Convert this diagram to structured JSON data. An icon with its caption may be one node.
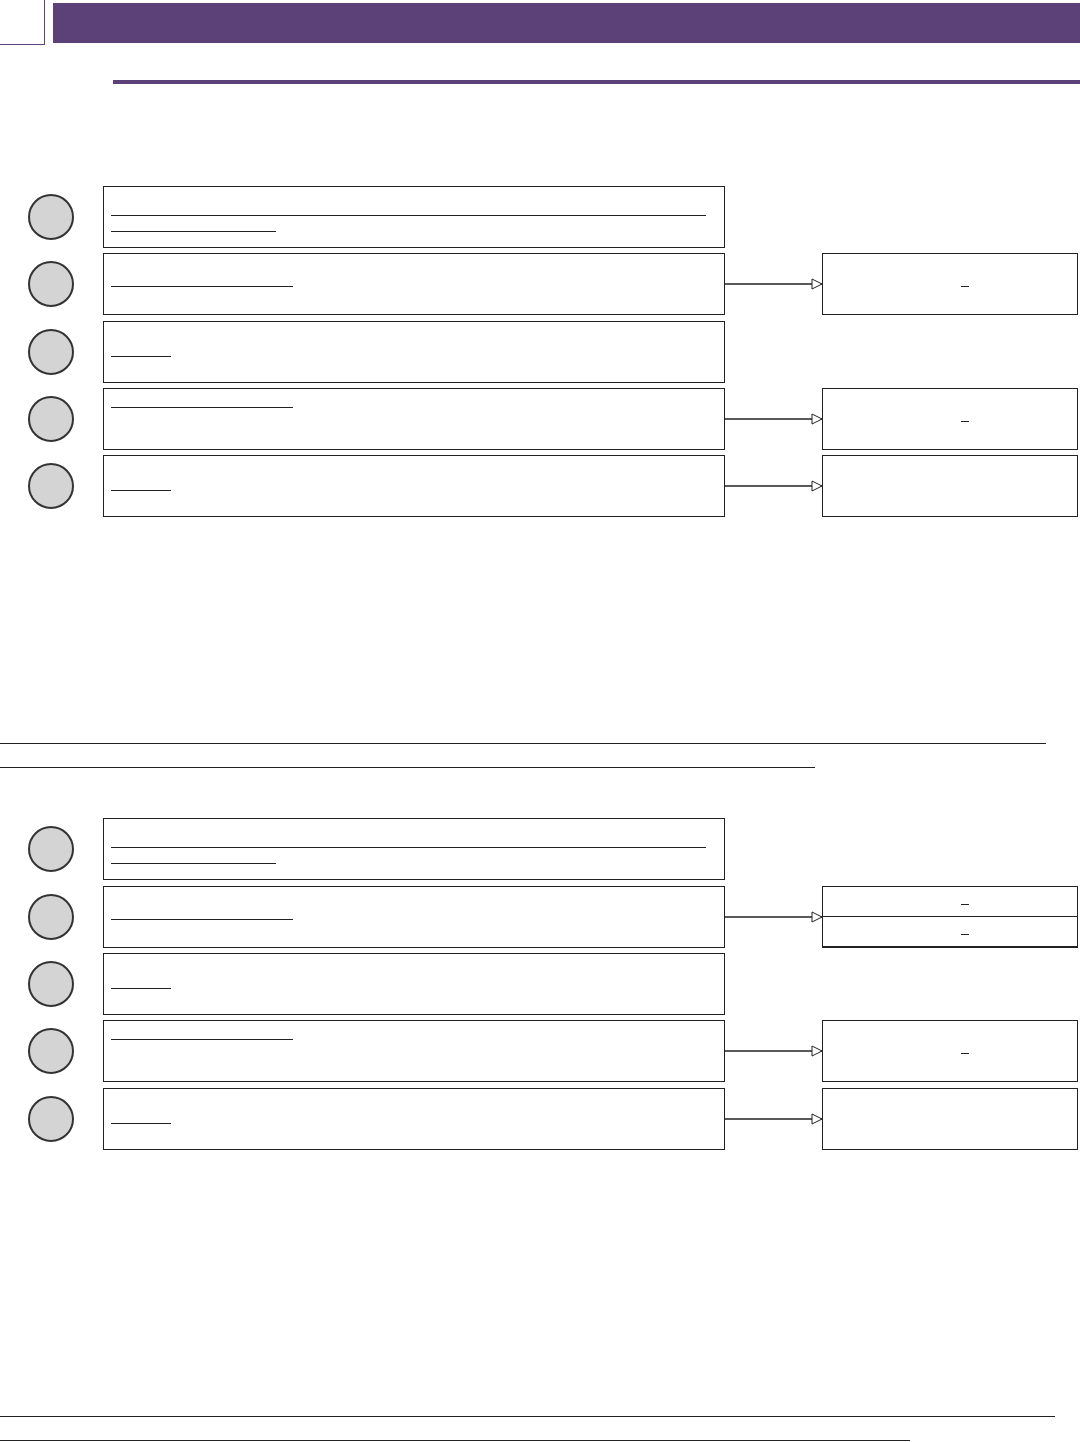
{
  "diagram": {
    "nodes": [
      {
        "text": [],
        "shape": "circle"
      },
      {
        "text": [],
        "shape": "box"
      },
      {
        "text": [],
        "shape": "circle"
      },
      {
        "text": [],
        "shape": "box"
      },
      {
        "text": [],
        "shape": "box"
      },
      {
        "text": [],
        "shape": "circle"
      },
      {
        "text": [],
        "shape": "box"
      },
      {
        "text": [],
        "shape": "circle"
      },
      {
        "text": [],
        "shape": "box"
      },
      {
        "text": [],
        "shape": "box"
      },
      {
        "text": [],
        "shape": "circle"
      },
      {
        "text": [],
        "shape": "box"
      },
      {
        "text": [],
        "shape": "box"
      },
      {
        "text": [],
        "shape": "circle"
      },
      {
        "text": [],
        "shape": "box"
      },
      {
        "text": [],
        "shape": "circle"
      },
      {
        "text": [],
        "shape": "box"
      },
      {
        "text": [],
        "shape": "box"
      },
      {
        "text": [],
        "shape": "box",
        "in": 17
      },
      {
        "text": [],
        "shape": "box",
        "in": 17
      },
      {
        "text": [],
        "shape": "circle"
      },
      {
        "text": [],
        "shape": "box"
      },
      {
        "text": [],
        "shape": "circle"
      },
      {
        "text": [],
        "shape": "box"
      },
      {
        "text": [],
        "shape": "box"
      },
      {
        "text": [],
        "shape": "circle"
      },
      {
        "text": [],
        "shape": "box"
      },
      {
        "text": [],
        "shape": "box"
      }
    ],
    "edges": [
      {
        "from": 3,
        "to": 4,
        "arrow": "to"
      },
      {
        "from": 8,
        "to": 9,
        "arrow": "to"
      },
      {
        "from": 11,
        "to": 12,
        "arrow": "to"
      },
      {
        "from": 16,
        "to": 17,
        "arrow": "to"
      },
      {
        "from": 23,
        "to": 24,
        "arrow": "to"
      },
      {
        "from": 26,
        "to": 27,
        "arrow": "to"
      }
    ]
  }
}
